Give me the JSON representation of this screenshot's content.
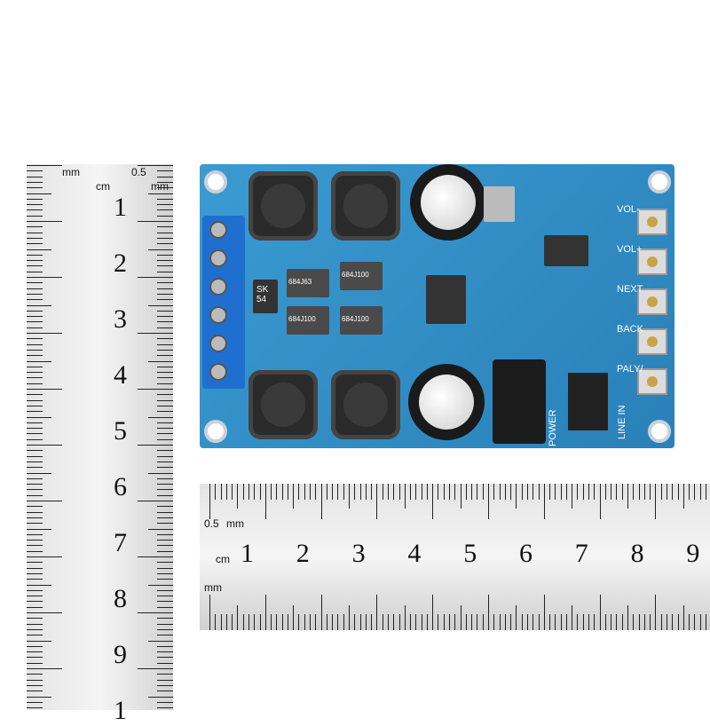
{
  "vertical_ruler": {
    "unit_labels": [
      "0.5",
      "mm",
      "cm",
      "mm"
    ],
    "numbers": [
      "1",
      "2",
      "3",
      "4",
      "5",
      "6",
      "7",
      "8",
      "9",
      "1"
    ]
  },
  "horizontal_ruler": {
    "unit_labels": [
      "0.5",
      "mm",
      "cm",
      "mm"
    ],
    "numbers": [
      "1",
      "2",
      "3",
      "4",
      "5",
      "6",
      "7",
      "8",
      "9"
    ]
  },
  "board": {
    "color": "#2f8fc7",
    "diode_label": "SK 54",
    "inductor_labels": [
      "684J63",
      "684J100",
      "684J100",
      "684J100"
    ],
    "button_labels": [
      "VOL-",
      "VOL+",
      "NEXT",
      "BACK",
      "PALY/"
    ],
    "jack_label": "LINE IN",
    "power_label": "POWER"
  }
}
